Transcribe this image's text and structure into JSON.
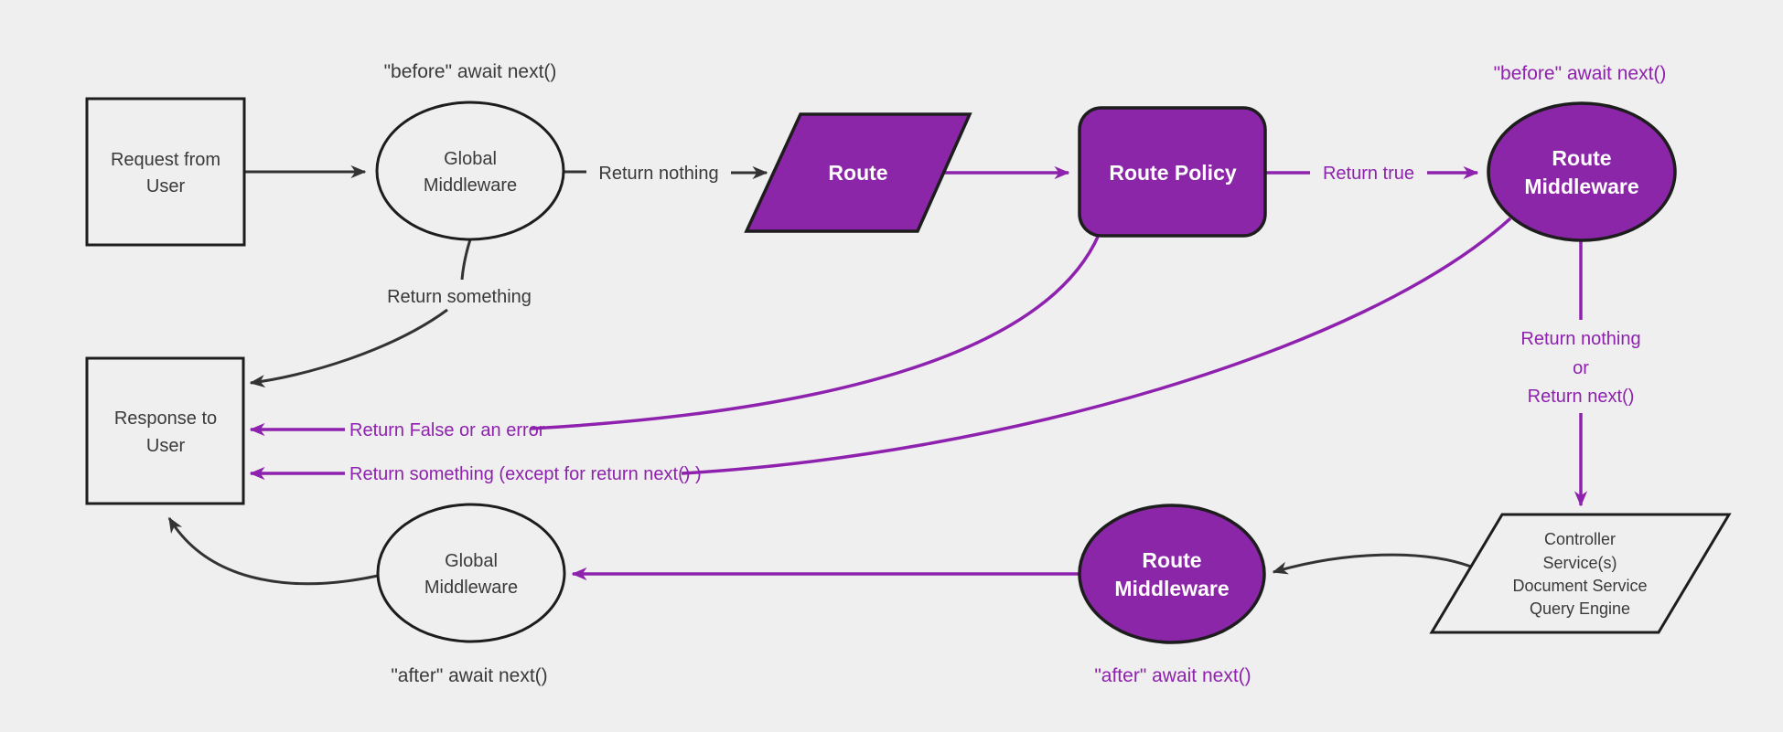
{
  "diagram": {
    "background_color": "#efefef",
    "colors": {
      "purple_fill": "#8b26a8",
      "purple_line": "#8e21ae",
      "dark_line": "#333333",
      "node_border": "#1d1d1d",
      "text_dark": "#3a3a3a",
      "text_white": "#ffffff"
    },
    "nodes": {
      "request": {
        "line1": "Request from",
        "line2": "User"
      },
      "global_mw_top": {
        "line1": "Global",
        "line2": "Middleware"
      },
      "route": {
        "label": "Route"
      },
      "route_policy": {
        "label": "Route Policy"
      },
      "route_mw_top": {
        "line1": "Route",
        "line2": "Middleware"
      },
      "controller": {
        "line1": "Controller",
        "line2": "Service(s)",
        "line3": "Document Service",
        "line4": "Query Engine"
      },
      "route_mw_bottom": {
        "line1": "Route",
        "line2": "Middleware"
      },
      "global_mw_bottom": {
        "line1": "Global",
        "line2": "Middleware"
      },
      "response": {
        "line1": "Response to",
        "line2": "User"
      }
    },
    "labels": {
      "before_await_global": "\"before\" await next()",
      "before_await_route": "\"before\" await next()",
      "return_nothing": "Return nothing",
      "return_something": "Return something",
      "return_true": "Return true",
      "return_false_or_error": "Return False or an error",
      "return_something_except": "Return something (except for return next() )",
      "return_nothing_or_line1": "Return nothing",
      "return_nothing_or_line2": "or",
      "return_nothing_or_line3": "Return next()",
      "after_await_route": "\"after\" await next()",
      "after_await_global": "\"after\" await next()"
    }
  }
}
